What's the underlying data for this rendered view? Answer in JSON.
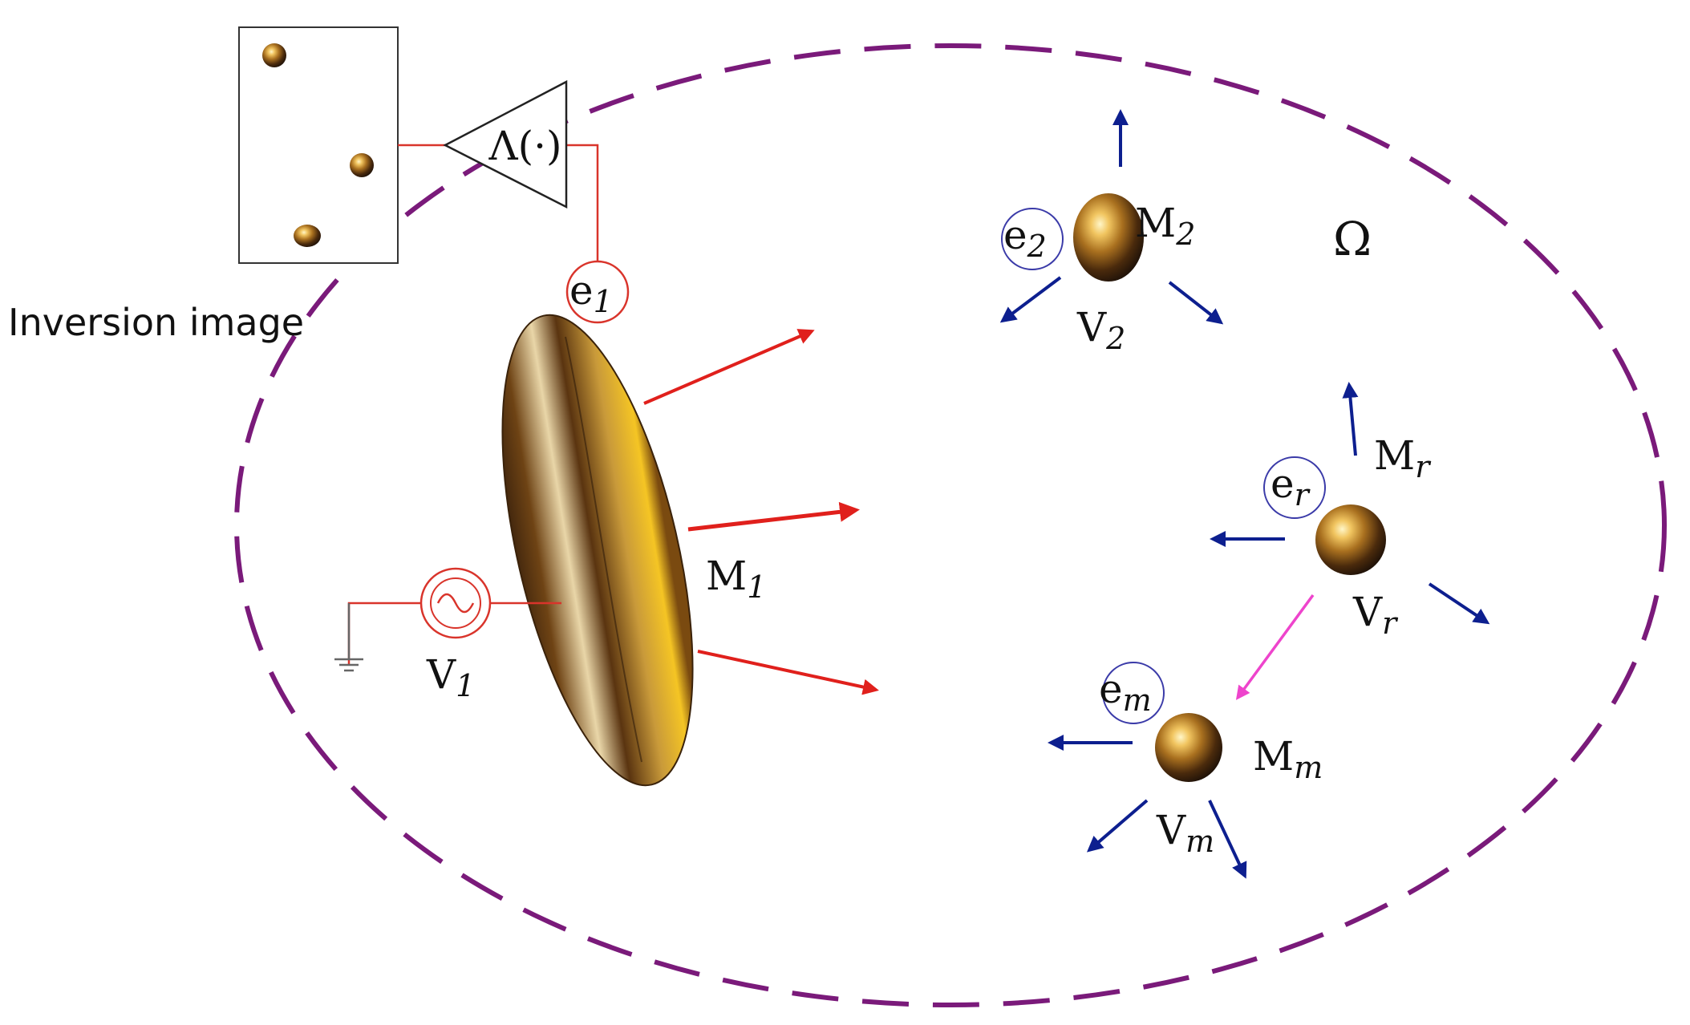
{
  "caption": "Inversion image",
  "operator_label": "Λ(·)",
  "domain_label": "Ω",
  "electrodes": {
    "e1": {
      "main": "e",
      "sub": "1"
    },
    "e2": {
      "main": "e",
      "sub": "2"
    },
    "er": {
      "main": "e",
      "sub": "r"
    },
    "em": {
      "main": "e",
      "sub": "m"
    }
  },
  "masses": {
    "M1": {
      "main": "M",
      "sub": "1"
    },
    "M2": {
      "main": "M",
      "sub": "2"
    },
    "Mr": {
      "main": "M",
      "sub": "r"
    },
    "Mm": {
      "main": "M",
      "sub": "m"
    }
  },
  "velocities": {
    "V1": {
      "main": "V",
      "sub": "1"
    },
    "V2": {
      "main": "V",
      "sub": "2"
    },
    "Vr": {
      "main": "V",
      "sub": "r"
    },
    "Vm": {
      "main": "V",
      "sub": "m"
    }
  },
  "colors": {
    "boundary": "#7a1a7a",
    "wire": "#d9342b",
    "red_arrow": "#e0201c",
    "blue_arrow": "#0d1f8f",
    "pink_arrow": "#ee44cc",
    "electrode_red": "#d9342b",
    "electrode_blue": "#3a3aa8",
    "ground": "#666666"
  }
}
